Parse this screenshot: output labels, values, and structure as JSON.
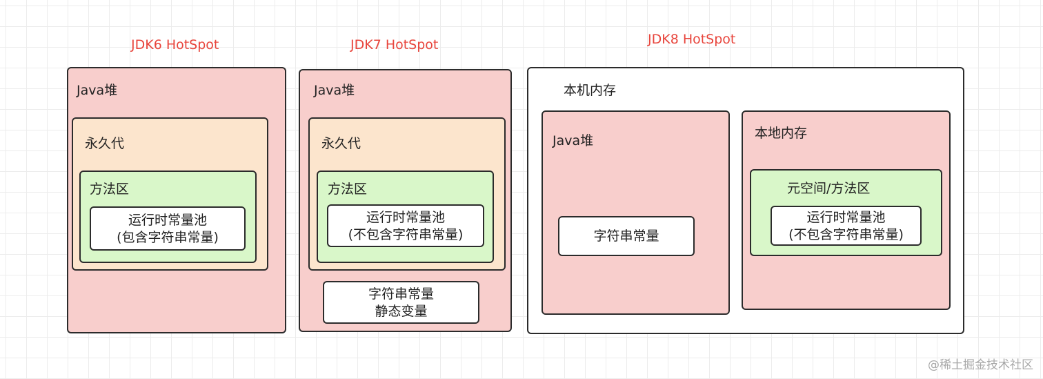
{
  "titles": {
    "jdk6": "JDK6 HotSpot",
    "jdk7": "JDK7 HotSpot",
    "jdk8": "JDK8 HotSpot"
  },
  "jdk6": {
    "heap_label": "Java堆",
    "permgen_label": "永久代",
    "method_area_label": "方法区",
    "runtime_pool_line1": "运行时常量池",
    "runtime_pool_line2": "(包含字符串常量)"
  },
  "jdk7": {
    "heap_label": "Java堆",
    "permgen_label": "永久代",
    "method_area_label": "方法区",
    "runtime_pool_line1": "运行时常量池",
    "runtime_pool_line2": "(不包含字符串常量)",
    "string_static_line1": "字符串常量",
    "string_static_line2": "静态变量"
  },
  "jdk8": {
    "native_memory_label": "本机内存",
    "heap_label": "Java堆",
    "string_const_label": "字符串常量",
    "local_memory_label": "本地内存",
    "metaspace_label": "元空间/方法区",
    "runtime_pool_line1": "运行时常量池",
    "runtime_pool_line2": "(不包含字符串常量)"
  },
  "watermark": "@稀土掘金技术社区",
  "colors": {
    "title": "#e8453c",
    "heap": "#f8cecc",
    "permgen": "#fce5cd",
    "method_area": "#d9f7c9",
    "white_box": "#ffffff",
    "border": "#2b2b2b"
  }
}
